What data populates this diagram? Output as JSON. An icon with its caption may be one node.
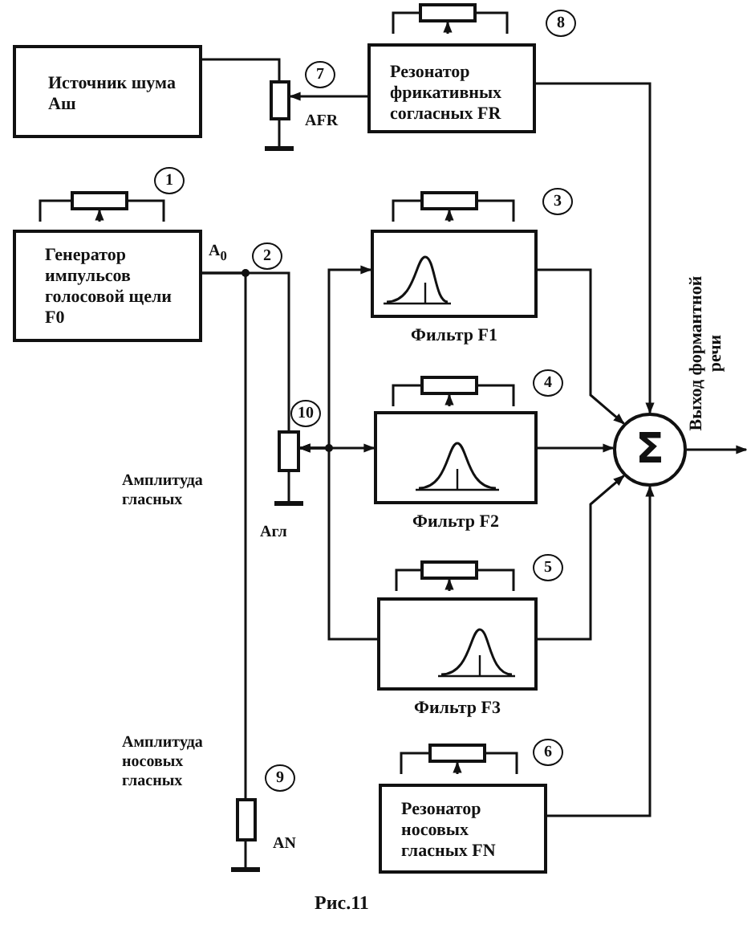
{
  "diagram": {
    "caption": "Рис.11",
    "nodes": [
      {
        "text": [
          "Источник шума Аш"
        ]
      },
      {
        "text": [
          "Резонатор фрикативных согласных FR"
        ]
      },
      {
        "text": [
          "Генератор импульсов голосовой щели F0"
        ]
      },
      {
        "text": [
          "Фильтр F1"
        ]
      },
      {
        "text": [
          "Фильтр F2"
        ]
      },
      {
        "text": [
          "Фильтр F3"
        ]
      },
      {
        "text": [
          "Резонатор носовых гласных FN"
        ]
      },
      {
        "text": [
          "Σ"
        ]
      },
      {
        "text": [],
        "shape": "resistor",
        "beside": [
          "AFR"
        ]
      },
      {
        "text": [],
        "shape": "resistor",
        "beside": [
          "Aгл"
        ]
      },
      {
        "text": [],
        "shape": "resistor",
        "beside": [
          "AN"
        ]
      },
      {
        "text": [
          "Выход формантной речи"
        ]
      }
    ],
    "edges": [
      {
        "from": 0,
        "to": 8,
        "arrow": "none"
      },
      {
        "from": 1,
        "to": 8,
        "arrow": "to"
      },
      {
        "from": 1,
        "to": 7,
        "arrow": "to"
      },
      {
        "from": 2,
        "to": 9,
        "arrow": "none"
      },
      {
        "from": 2,
        "to": 10,
        "arrow": "none"
      },
      {
        "from": 9,
        "to": 3,
        "arrow": "both"
      },
      {
        "from": 9,
        "to": 4,
        "arrow": "both"
      },
      {
        "from": 5,
        "to": 9,
        "arrow": "to"
      },
      {
        "from": 3,
        "to": 7,
        "arrow": "to"
      },
      {
        "from": 4,
        "to": 7,
        "arrow": "to"
      },
      {
        "from": 5,
        "to": 7,
        "arrow": "to"
      },
      {
        "from": 6,
        "to": 7,
        "arrow": "to"
      },
      {
        "from": 7,
        "to": 11,
        "arrow": "to"
      }
    ],
    "labels": [
      "8",
      "7",
      "1",
      "3",
      "A$_{0}$",
      "2",
      "10",
      "4",
      "Амплитуда гласных",
      "5",
      "Амплитуда носовых гласных",
      "6",
      "9"
    ]
  }
}
